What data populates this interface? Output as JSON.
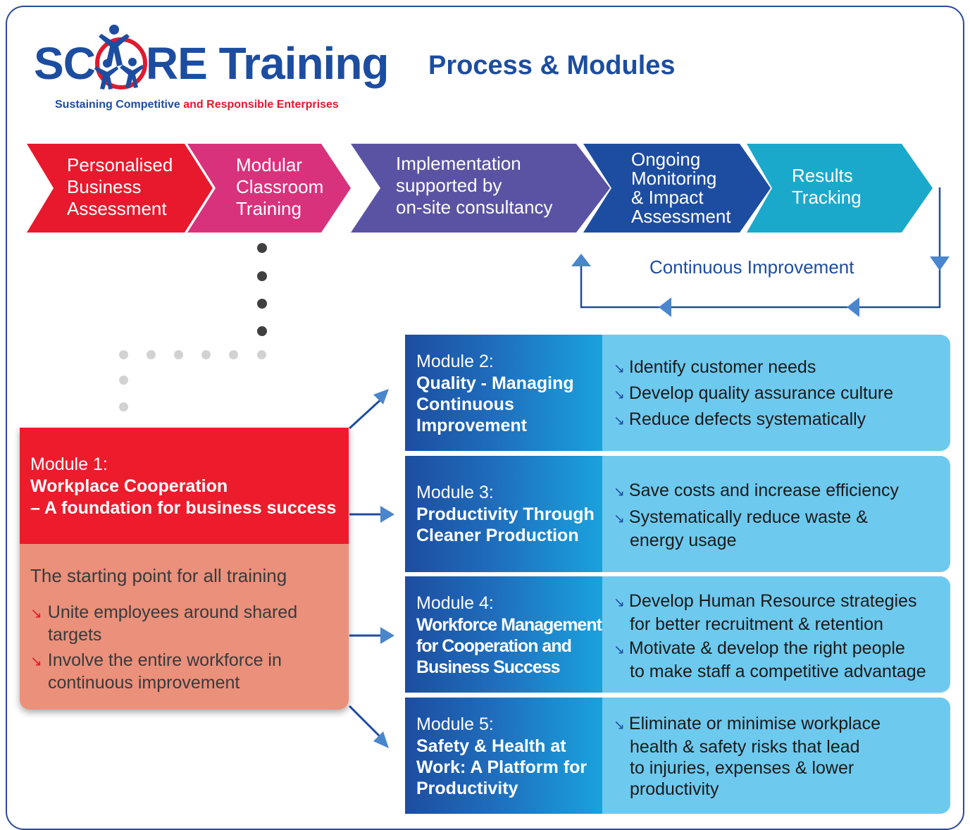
{
  "logo": {
    "title": "SCORE Training",
    "title_left": "SC",
    "title_right": "RE Training",
    "subtitle_blue": "Sustaining Competitive",
    "subtitle_red": "and Responsible Enterprises"
  },
  "page_title": "Process & Modules",
  "process_steps": [
    {
      "lines": [
        "Personalised",
        "Business",
        "Assessment"
      ],
      "color": "#e8192d"
    },
    {
      "lines": [
        "Modular",
        "Classroom",
        "Training"
      ],
      "color": "#d9327c"
    },
    {
      "lines": [
        "Implementation",
        "supported by",
        "on-site consultancy"
      ],
      "color": "#5a53a3"
    },
    {
      "lines": [
        "Ongoing",
        "Monitoring",
        "& Impact",
        "Assessment"
      ],
      "color": "#1d4da0"
    },
    {
      "lines": [
        "Results",
        "Tracking"
      ],
      "color": "#1ba9cb"
    }
  ],
  "continuous_improvement": "Continuous Improvement",
  "module1": {
    "number": "Module 1:",
    "title_lines": [
      "Workplace Cooperation",
      "– A foundation for business success"
    ],
    "intro": "The starting point for all training",
    "bullets": [
      [
        "Unite employees around shared",
        "targets"
      ],
      [
        "Involve the entire workforce in",
        "continuous improvement"
      ]
    ]
  },
  "modules": [
    {
      "number": "Module 2:",
      "title_lines": [
        "Quality - Managing",
        "Continuous",
        "Improvement"
      ],
      "bullets": [
        [
          "Identify customer needs"
        ],
        [
          "Develop quality assurance culture"
        ],
        [
          "Reduce defects systematically"
        ]
      ]
    },
    {
      "number": "Module 3:",
      "title_lines": [
        "Productivity Through",
        "Cleaner Production"
      ],
      "bullets": [
        [
          "Save costs and increase efficiency"
        ],
        [
          "Systematically reduce waste &",
          "energy usage"
        ]
      ]
    },
    {
      "number": "Module 4:",
      "title_lines": [
        "Workforce Management",
        "for Cooperation and",
        "Business Success"
      ],
      "bullets": [
        [
          "Develop Human Resource strategies",
          "for better recruitment & retention"
        ],
        [
          "Motivate & develop the right people",
          "to make staff a competitive advantage"
        ]
      ]
    },
    {
      "number": "Module 5:",
      "title_lines": [
        "Safety & Health at",
        "Work: A Platform for",
        "Productivity"
      ],
      "bullets": [
        [
          "Eliminate or minimise workplace",
          "health & safety risks that lead",
          "to injuries, expenses & lower",
          "productivity"
        ]
      ]
    }
  ],
  "icons": {
    "bullet": "arrow-down-right-icon",
    "logo_figure": "people-circle-icon"
  },
  "colors": {
    "brand_blue": "#1d4da0",
    "brand_red": "#e0192e",
    "module1_red": "#ec1c2d",
    "module1_salmon": "#ea907b",
    "module_light": "#6ec9ee"
  }
}
